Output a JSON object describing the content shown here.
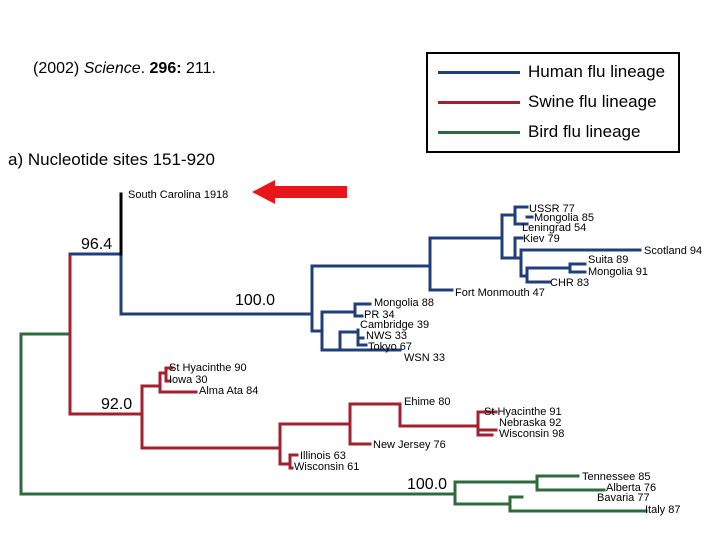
{
  "citation": {
    "year": "(2002)",
    "journal": "Science",
    "volume": "296:",
    "page": "211."
  },
  "legend": [
    {
      "label": "Human flu lineage",
      "color": "#1f3f7a"
    },
    {
      "label": "Swine flu lineage",
      "color": "#a3202e"
    },
    {
      "label": "Bird flu lineage",
      "color": "#2e6b3c"
    }
  ],
  "panel_label": "a)  Nucleotide sites 151-920",
  "bootstrap": {
    "human": "96.4",
    "human_sub": "100.0",
    "swine": "92.0",
    "bird": "100.0"
  },
  "taxa": {
    "root_strain": "South  Carolina  1918",
    "human": [
      "USSR 77",
      "Mongolia 85",
      "Leningrad 54",
      "Kiev 79",
      "Scotland 94",
      "Suita 89",
      "Mongolia 91",
      "CHR 83",
      "Fort Monmouth 47",
      "Mongolia 88",
      "PR 34",
      "Cambridge 39",
      "NWS 33",
      "Tokyo 67",
      "WSN 33"
    ],
    "swine": [
      "St Hyacinthe 90",
      "Iowa 30",
      "Alma Ata 84",
      "Ehime 80",
      "St Hyacinthe 91",
      "Nebraska 92",
      "Wisconsin 98",
      "New Jersey 76",
      "Illinois 63",
      "Wisconsin 61"
    ],
    "bird": [
      "Tennessee 85",
      "Alberta 76",
      "Bavaria 77",
      "Italy 87"
    ]
  },
  "colors": {
    "human": "#1f3f7a",
    "swine": "#a3202e",
    "bird": "#2e6b3c",
    "root": "#000000",
    "arrow": "#e8151b"
  }
}
